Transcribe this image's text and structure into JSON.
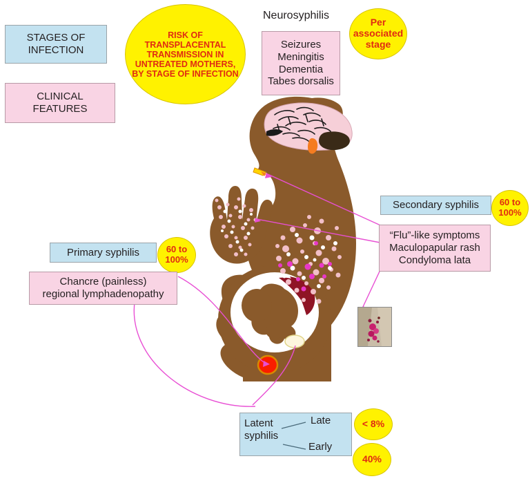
{
  "diagram": {
    "title_ellipse": "RISK OF TRANSPLACENTAL TRANSMISSION IN UNTREATED MOTHERS, BY STAGE OF INFECTION",
    "legend": {
      "stages_label": "STAGES OF\nINFECTION",
      "clinical_label": "CLINICAL\nFEATURES",
      "stages_color": "#c3e2f0",
      "clinical_color": "#f9d4e4"
    },
    "accent_colors": {
      "yellow": "#fff200",
      "red_text": "#e02b12",
      "arrow": "#e84fd4",
      "skin": "#8a5a2b",
      "brain": "#f6cfd8",
      "chancre": "#f91d00",
      "womb": "#ffffff",
      "placenta": "#8f1425"
    },
    "neurosyphilis": {
      "heading": "Neurosyphilis",
      "features": "Seizures\nMeningitis\nDementia\nTabes dorsalis",
      "risk": "Per\nassociated\nstage"
    },
    "secondary": {
      "stage": "Secondary syphilis",
      "risk": "60 to\n100%",
      "features": "“Flu”-like symptoms\nMaculopapular rash\nCondyloma lata"
    },
    "primary": {
      "stage": "Primary syphilis",
      "risk": "60 to\n100%",
      "features": "Chancre (painless)\nregional lymphadenopathy"
    },
    "latent": {
      "stage": "Latent\nsyphilis",
      "late_label": "Late",
      "early_label": "Early",
      "late_risk": "< 8%",
      "early_risk": "40%"
    },
    "icons": {
      "brain": "brain-icon",
      "fetus": "fetus-icon",
      "hand_rash": "hand-rash-icon",
      "chancre": "chancre-lesion-icon",
      "mouth_lesion": "mouth-lesion-icon",
      "condyloma_photo": "condyloma-lata-photo"
    }
  }
}
